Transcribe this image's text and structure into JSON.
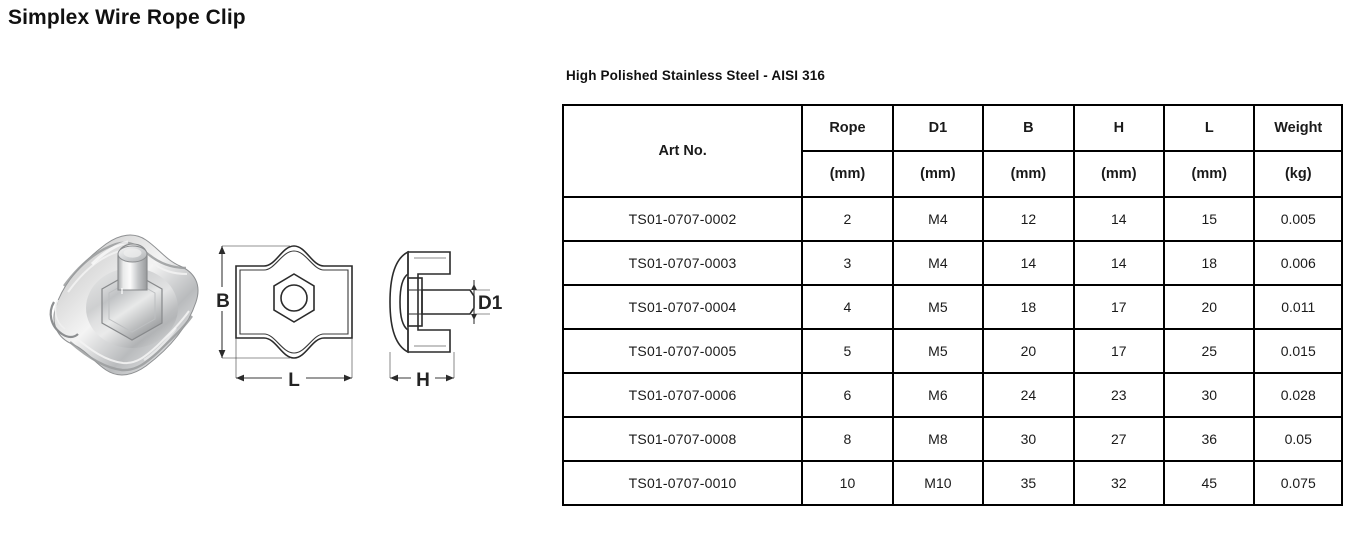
{
  "page": {
    "title": "Simplex Wire Rope Clip"
  },
  "figure": {
    "photo_alt": "wire-rope-clip-photo",
    "front_view": {
      "dimension_b": "B",
      "dimension_l": "L"
    },
    "side_view": {
      "dimension_h": "H",
      "dimension_d1": "D1"
    }
  },
  "spec": {
    "subtitle": "High Polished Stainless Steel - AISI 316",
    "table": {
      "headers": [
        {
          "label": "Art No.",
          "unit": ""
        },
        {
          "label": "Rope",
          "unit": "(mm)"
        },
        {
          "label": "D1",
          "unit": "(mm)"
        },
        {
          "label": "B",
          "unit": "(mm)"
        },
        {
          "label": "H",
          "unit": "(mm)"
        },
        {
          "label": "L",
          "unit": "(mm)"
        },
        {
          "label": "Weight",
          "unit": "(kg)"
        }
      ],
      "rows": [
        {
          "art_no": "TS01-0707-0002",
          "rope": "2",
          "d1": "M4",
          "b": "12",
          "h": "14",
          "l": "15",
          "weight": "0.005"
        },
        {
          "art_no": "TS01-0707-0003",
          "rope": "3",
          "d1": "M4",
          "b": "14",
          "h": "14",
          "l": "18",
          "weight": "0.006"
        },
        {
          "art_no": "TS01-0707-0004",
          "rope": "4",
          "d1": "M5",
          "b": "18",
          "h": "17",
          "l": "20",
          "weight": "0.011"
        },
        {
          "art_no": "TS01-0707-0005",
          "rope": "5",
          "d1": "M5",
          "b": "20",
          "h": "17",
          "l": "25",
          "weight": "0.015"
        },
        {
          "art_no": "TS01-0707-0006",
          "rope": "6",
          "d1": "M6",
          "b": "24",
          "h": "23",
          "l": "30",
          "weight": "0.028"
        },
        {
          "art_no": "TS01-0707-0008",
          "rope": "8",
          "d1": "M8",
          "b": "30",
          "h": "27",
          "l": "36",
          "weight": "0.05"
        },
        {
          "art_no": "TS01-0707-0010",
          "rope": "10",
          "d1": "M10",
          "b": "35",
          "h": "32",
          "l": "45",
          "weight": "0.075"
        }
      ]
    }
  },
  "colors": {
    "text": "#1a1a1a",
    "border": "#000000",
    "background": "#ffffff",
    "drawing_stroke": "#2b2b2b"
  }
}
